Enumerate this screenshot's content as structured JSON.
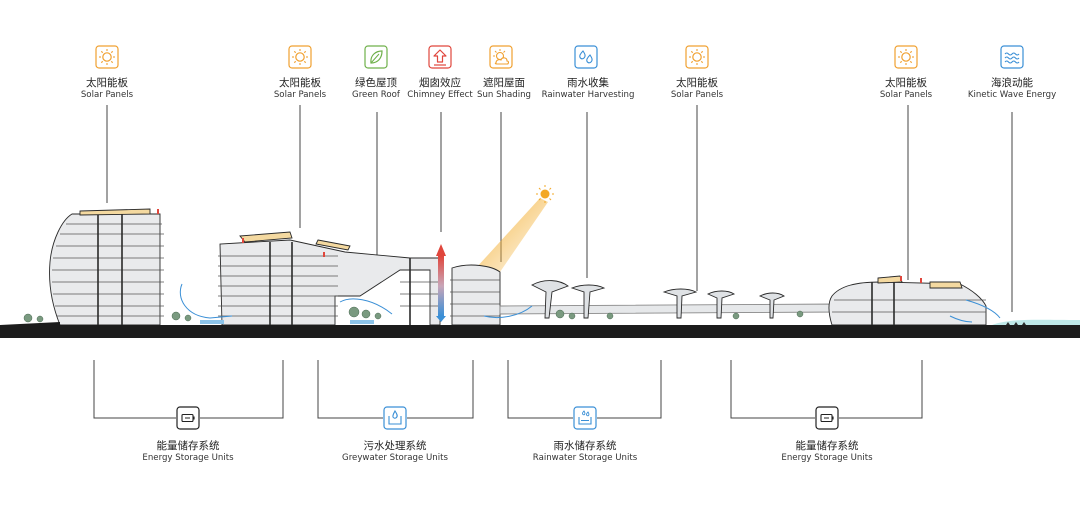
{
  "colors": {
    "solar": "#f0a030",
    "green_roof": "#6fb04a",
    "chimney": "#e0463c",
    "water": "#3a8fd6",
    "ground": "#1c1c1c",
    "sea": "#bfe9e9",
    "building_line": "#2a2a2a",
    "building_fill": "#e9eaec",
    "leader": "#444444"
  },
  "top_features": [
    {
      "id": "solar-1",
      "icon": "sun-icon",
      "zh": "太阳能板",
      "en": "Solar Panels"
    },
    {
      "id": "solar-2",
      "icon": "sun-icon",
      "zh": "太阳能板",
      "en": "Solar Panels"
    },
    {
      "id": "green-roof",
      "icon": "leaf-icon",
      "zh": "绿色屋顶",
      "en": "Green Roof"
    },
    {
      "id": "chimney",
      "icon": "chimney-arrow-icon",
      "zh": "烟囱效应",
      "en": "Chimney Effect"
    },
    {
      "id": "sun-shading",
      "icon": "sun-shading-icon",
      "zh": "遮阳屋面",
      "en": "Sun Shading"
    },
    {
      "id": "rainwater",
      "icon": "raindrops-icon",
      "zh": "雨水收集",
      "en": "Rainwater Harvesting"
    },
    {
      "id": "solar-3",
      "icon": "sun-icon",
      "zh": "太阳能板",
      "en": "Solar Panels"
    },
    {
      "id": "solar-4",
      "icon": "sun-icon",
      "zh": "太阳能板",
      "en": "Solar Panels"
    },
    {
      "id": "wave",
      "icon": "wave-icon",
      "zh": "海浪动能",
      "en": "Kinetic Wave Energy"
    }
  ],
  "bottom_features": [
    {
      "id": "energy-1",
      "icon": "battery-icon",
      "zh": "能量储存系统",
      "en": "Energy Storage Units"
    },
    {
      "id": "greywater",
      "icon": "water-tank-icon",
      "zh": "污水处理系统",
      "en": "Greywater Storage Units"
    },
    {
      "id": "rainwater-storage",
      "icon": "rain-tank-icon",
      "zh": "雨水储存系统",
      "en": "Rainwater Storage Units"
    },
    {
      "id": "energy-2",
      "icon": "battery-icon",
      "zh": "能量储存系统",
      "en": "Energy Storage Units"
    }
  ]
}
